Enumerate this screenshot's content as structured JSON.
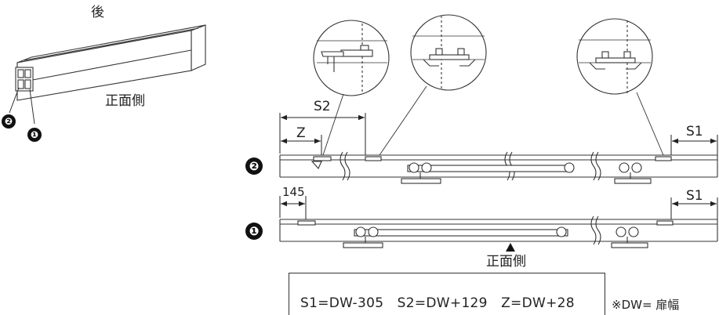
{
  "labels": {
    "back": "後",
    "front_top": "正面側",
    "front_bottom": "正面側",
    "s2_top": "S2",
    "z_top": "Z",
    "s1_row2": "S1",
    "s1_row1": "S1",
    "dim_145": "145",
    "badge_1_left": "❶",
    "badge_2_left": "❷",
    "badge_1_row": "❶",
    "badge_2_row": "❷",
    "footnote": "※DW= 扉幅"
  },
  "formula": {
    "text": "S1=DW-305　S2=DW+129　Z=DW+28"
  },
  "colors": {
    "line": "#333333",
    "badge": "#111111"
  }
}
